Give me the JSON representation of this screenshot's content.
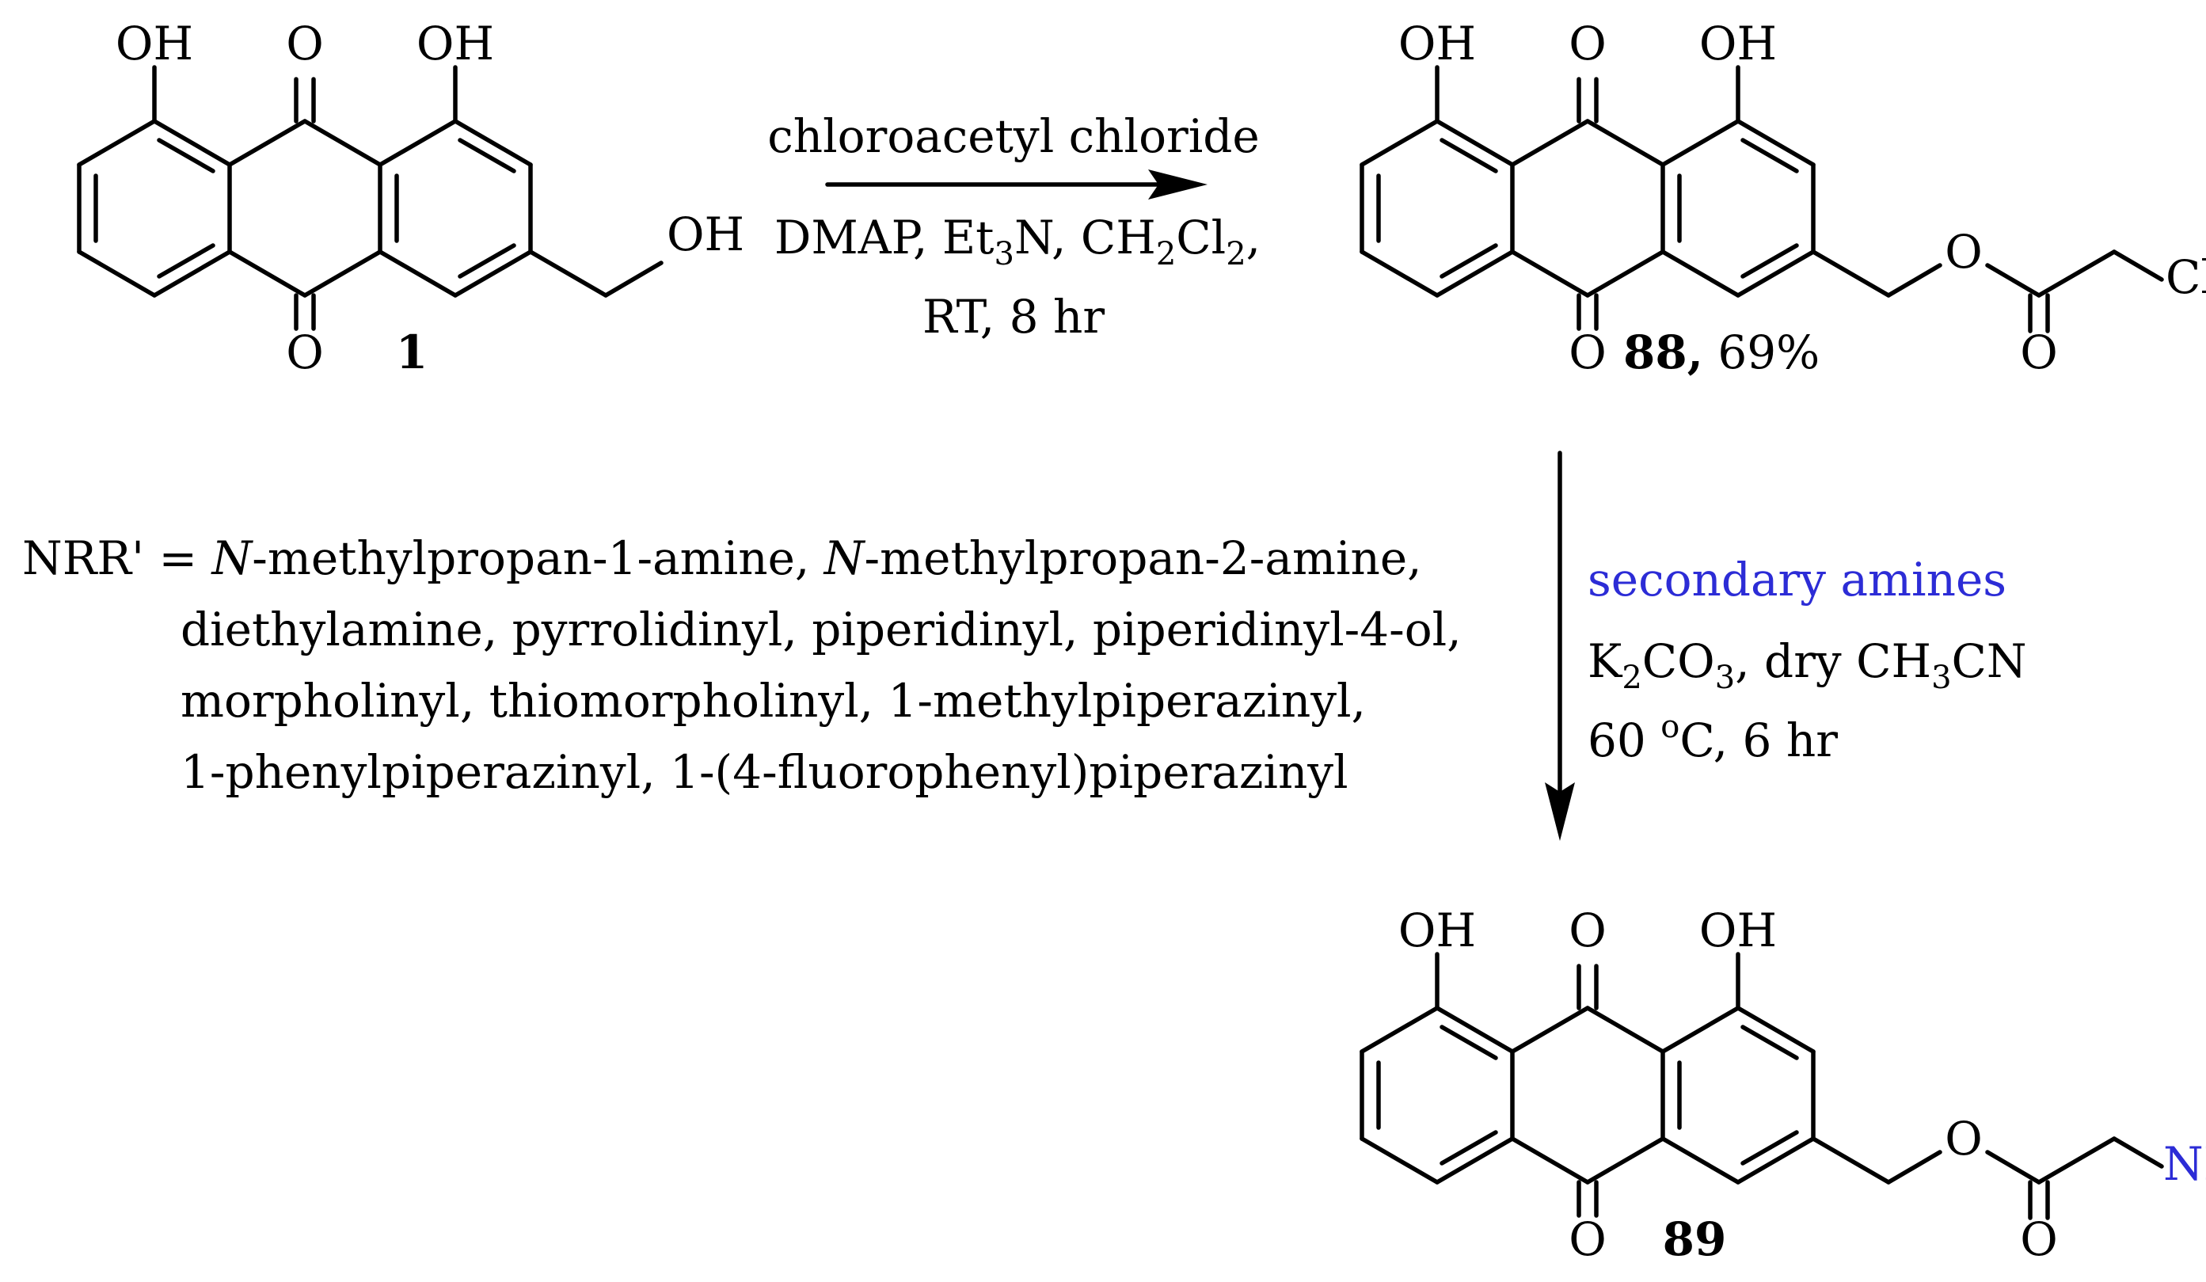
{
  "atoms": {
    "oh": "OH",
    "o": "O",
    "cl": "Cl",
    "nrr": "NRR'"
  },
  "compounds": {
    "c1": {
      "label": "1"
    },
    "c88": {
      "label": "88,",
      "yield": "69%"
    },
    "c89": {
      "label": "89"
    }
  },
  "step1": {
    "reagent": "chloroacetyl chloride",
    "cond_a": "DMAP, Et",
    "cond_sub3": "3",
    "cond_b": "N, CH",
    "cond_sub2": "2",
    "cond_c": "Cl",
    "cond_d": ",",
    "time": "RT, 8 hr"
  },
  "step2": {
    "reagent": "secondary amines",
    "base_a": "K",
    "base_sub2": "2",
    "base_b": "CO",
    "base_sub3": "3",
    "base_c": ", dry CH",
    "base_d": "CN",
    "temp_a": "60 ",
    "temp_sup": "o",
    "temp_b": "C, 6 hr"
  },
  "legend": {
    "prefix": "NRR' = ",
    "n": "N",
    "l1a": "-methylpropan-1-amine, ",
    "l1b": "-methylpropan-2-amine,",
    "line2": "diethylamine, pyrrolidinyl, piperidinyl, piperidinyl-4-ol,",
    "line3": "morpholinyl, thiomorpholinyl, 1-methylpiperazinyl,",
    "line4": "1-phenylpiperazinyl, 1-(4-fluorophenyl)piperazinyl"
  },
  "colors": {
    "highlight": "#2c2cd6",
    "ink": "#000000"
  }
}
